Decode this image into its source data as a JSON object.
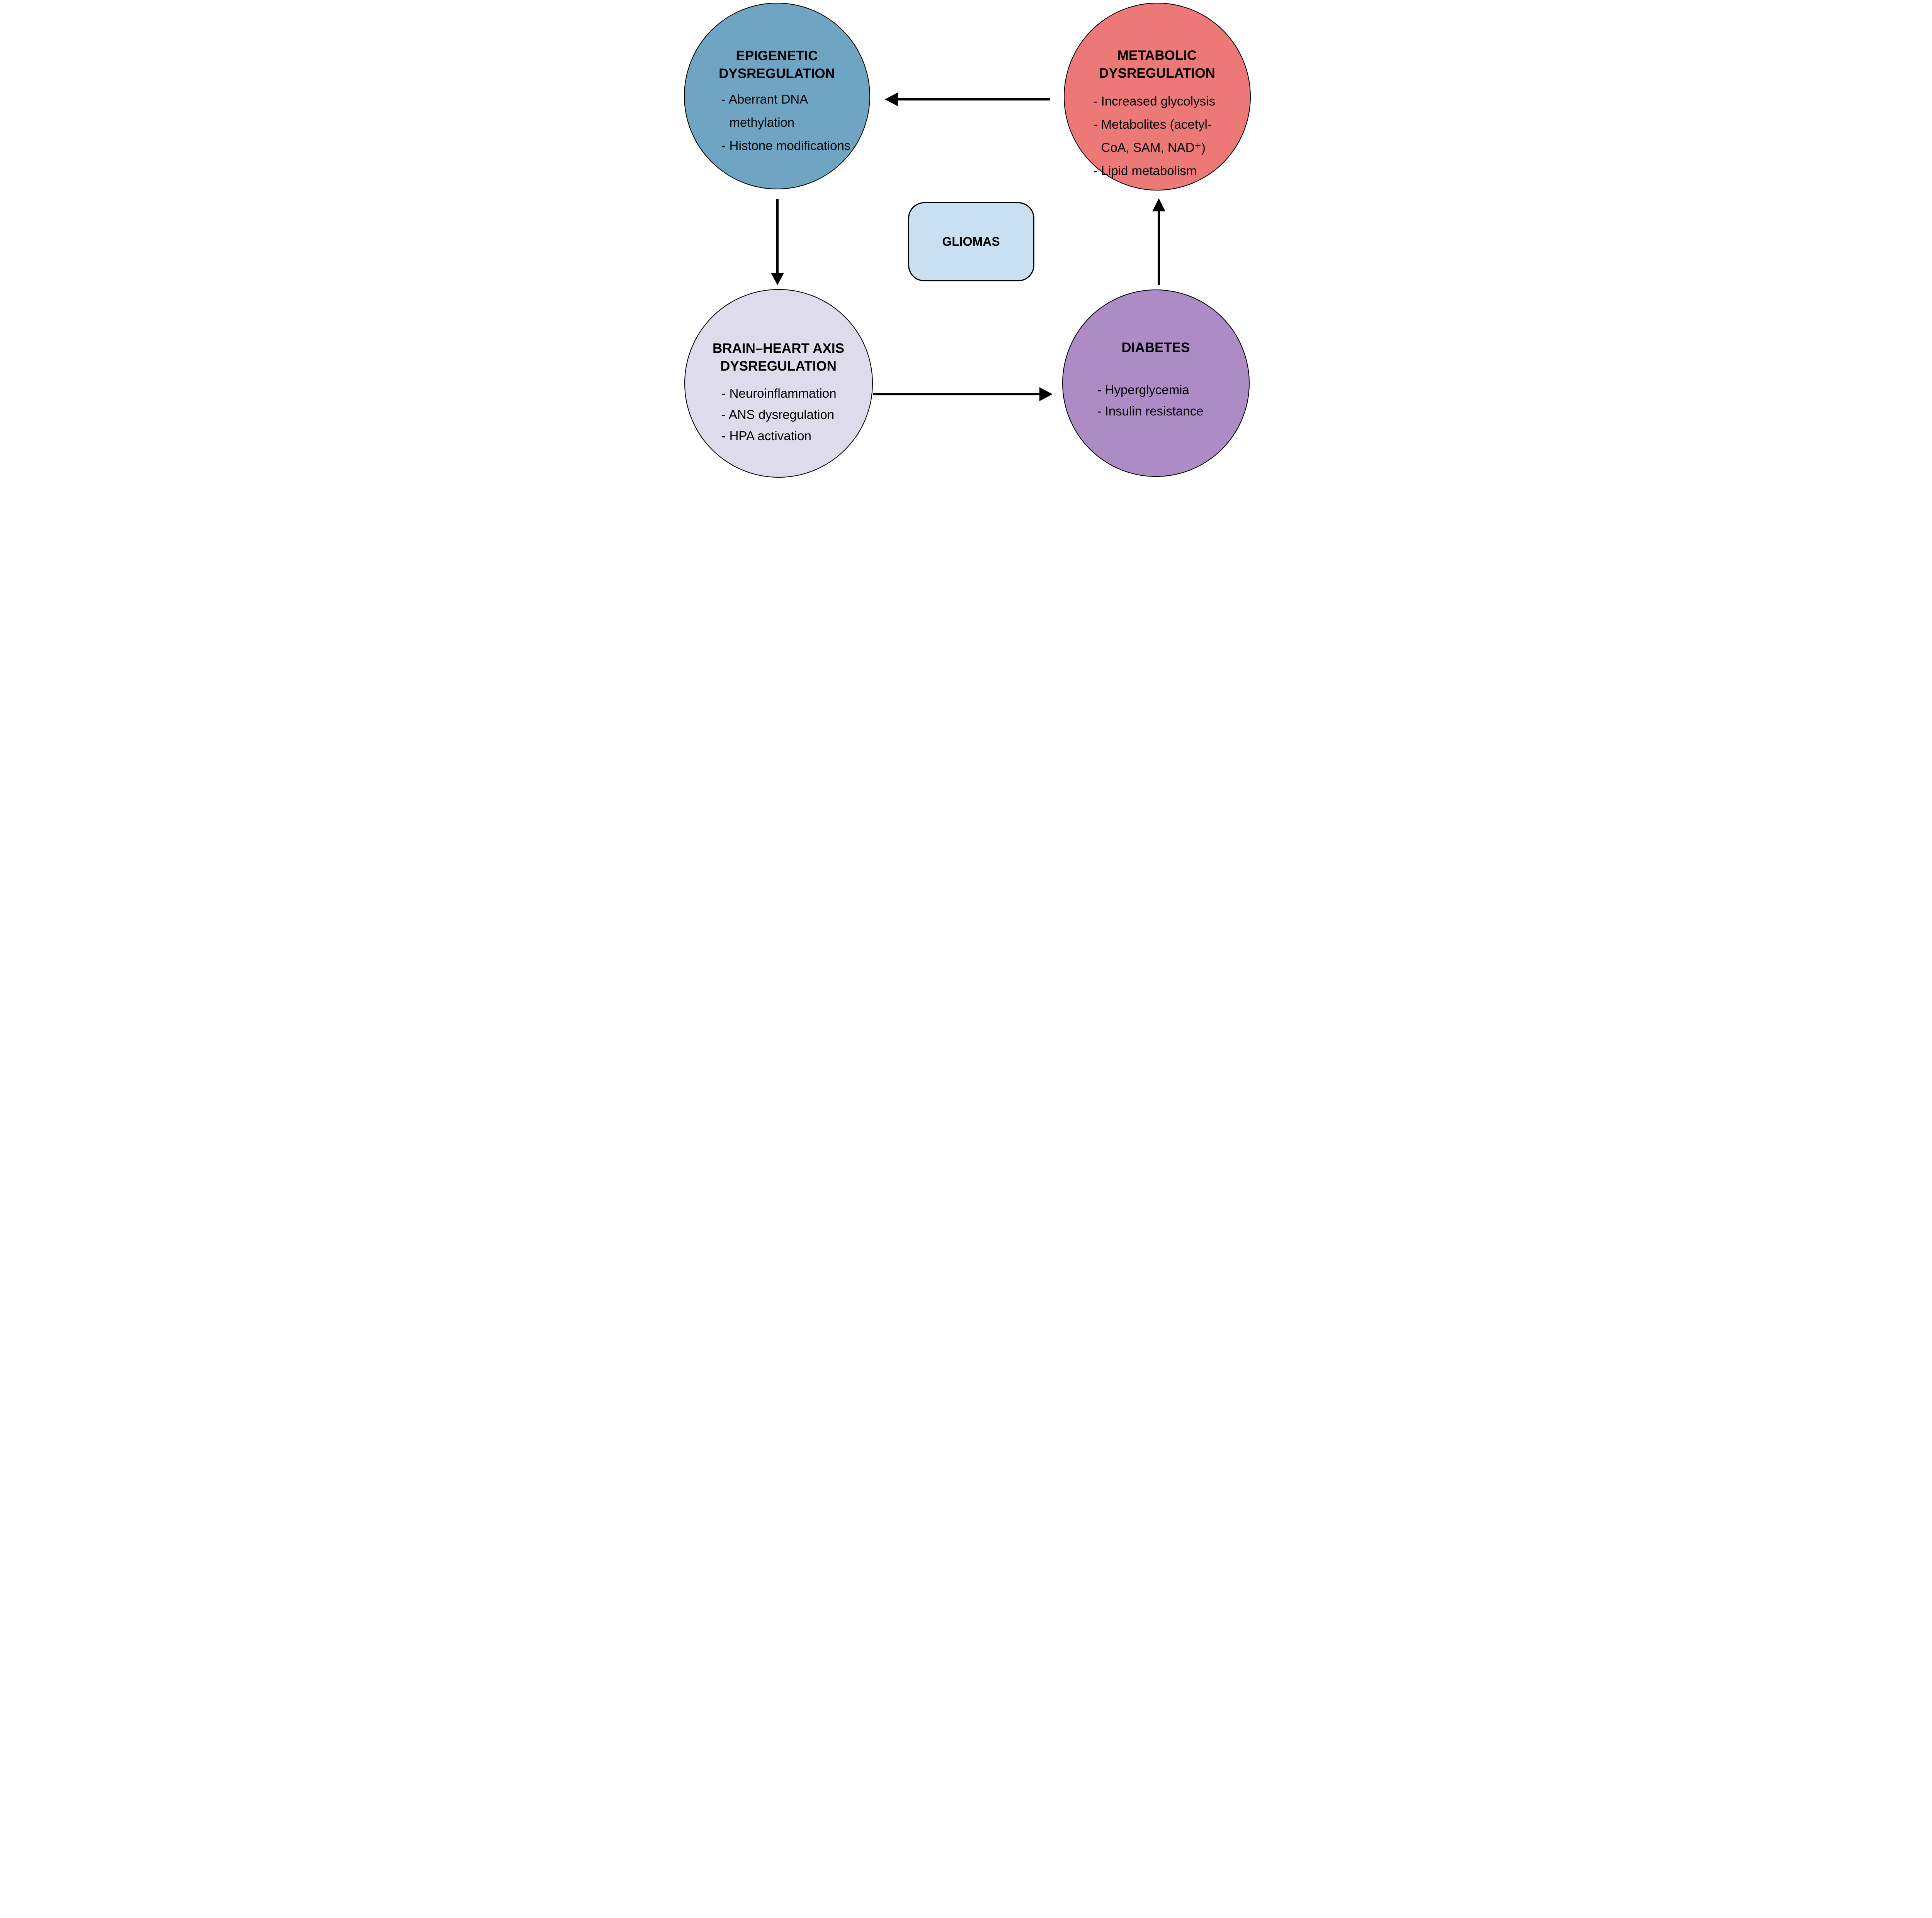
{
  "figure": {
    "type": "flow-diagram",
    "background": "#FFFFFF",
    "description_cycle": "metabolic -> epigenetic -> brainheart -> diabetes -> metabolic"
  },
  "colors": {
    "stroke": "#000000",
    "arrow": "#000000",
    "epigenetic_fill": "#6FA5C3",
    "metabolic_fill": "#ED7878",
    "brainheart_fill": "#DEDBEC",
    "diabetes_fill": "#AD8CC6",
    "gliomas_fill": "#C8E0F1"
  },
  "nodes": {
    "epigenetic": {
      "title_line1": "EPIGENETIC",
      "title_line2": "DYSREGULATION",
      "bullets": [
        "- Aberrant DNA methylation",
        "- Histone modifications"
      ]
    },
    "metabolic": {
      "title_line1": "METABOLIC",
      "title_line2": "DYSREGULATION",
      "bullets": [
        "- Increased glycolysis",
        "- Metabolites (acetyl-CoA, SAM, NAD⁺)",
        "- Lipid metabolism"
      ]
    },
    "brainheart": {
      "title_line1": "BRAIN–HEART AXIS",
      "title_line2": "DYSREGULATION",
      "bullets": [
        "- Neuroinflammation",
        "- ANS dysregulation",
        "- HPA activation"
      ]
    },
    "diabetes": {
      "title_line1": "DIABETES",
      "bullets": [
        "- Hyperglycemia",
        "- Insulin resistance"
      ]
    },
    "gliomas": {
      "label": "GLIOMAS"
    }
  },
  "arrows": [
    {
      "from": "metabolic",
      "to": "epigenetic"
    },
    {
      "from": "epigenetic",
      "to": "brainheart"
    },
    {
      "from": "brainheart",
      "to": "diabetes"
    },
    {
      "from": "diabetes",
      "to": "metabolic"
    }
  ]
}
